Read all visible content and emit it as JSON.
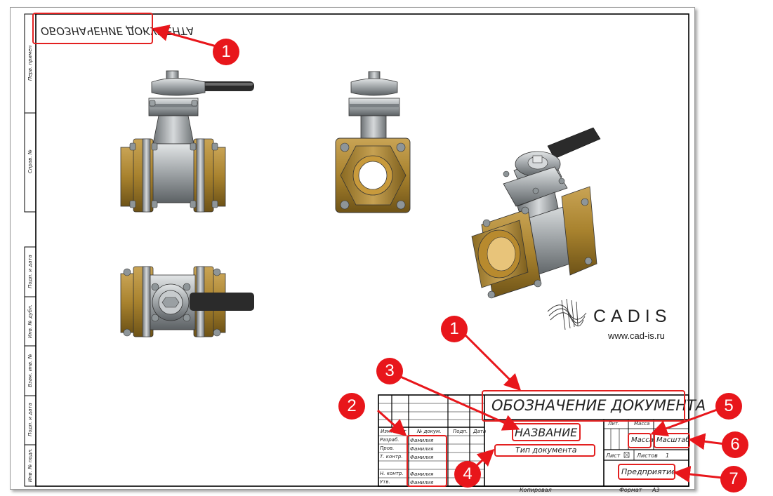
{
  "drawing": {
    "header_designation_mirrored": "ОБОЗНАЧЕНИЕ ДОКУМЕНТА",
    "side_strip": [
      "Перв. примен",
      "Справ. №",
      "Подп. и дата",
      "Инв. № дубл.",
      "Взам. инв. №",
      "Подп. и дата",
      "Инв. № подл."
    ]
  },
  "logo": {
    "brand": "CADIS",
    "url": "www.cad-is.ru"
  },
  "title_block": {
    "designation": "ОБОЗНАЧЕНИЕ ДОКУМЕНТА",
    "name": "НАЗВАНИЕ",
    "doc_type": "Тип документа",
    "mass": "Масса",
    "scale": "Масштаб",
    "company": "Предприятие",
    "col_izm": "Изм.",
    "col_list": "Лист",
    "col_ndoc": "№ докум.",
    "col_podp": "Подп.",
    "col_data": "Дата",
    "rows": [
      {
        "role": "Разраб.",
        "name": "Фамилия"
      },
      {
        "role": "Пров.",
        "name": "Фамилия"
      },
      {
        "role": "Т. контр.",
        "name": "Фамилия"
      },
      {
        "role": "Н. контр.",
        "name": "Фамилия"
      },
      {
        "role": "Утв.",
        "name": "Фамилия"
      }
    ],
    "lit": "Лит.",
    "mass_hdr": "Масса",
    "sheet_lbl": "Лист",
    "sheets_lbl": "Листов",
    "sheets_val": "1",
    "copied": "Копировал",
    "format_lbl": "Формат",
    "format_val": "А3"
  },
  "callouts": {
    "c1a": "1",
    "c1b": "1",
    "c2": "2",
    "c3": "3",
    "c4": "4",
    "c5": "5",
    "c6": "6",
    "c7": "7"
  },
  "colors": {
    "callout": "#e8161b",
    "brass": "#a8822e",
    "steel": "#9aa0a3",
    "handle": "#2b2b2b"
  }
}
